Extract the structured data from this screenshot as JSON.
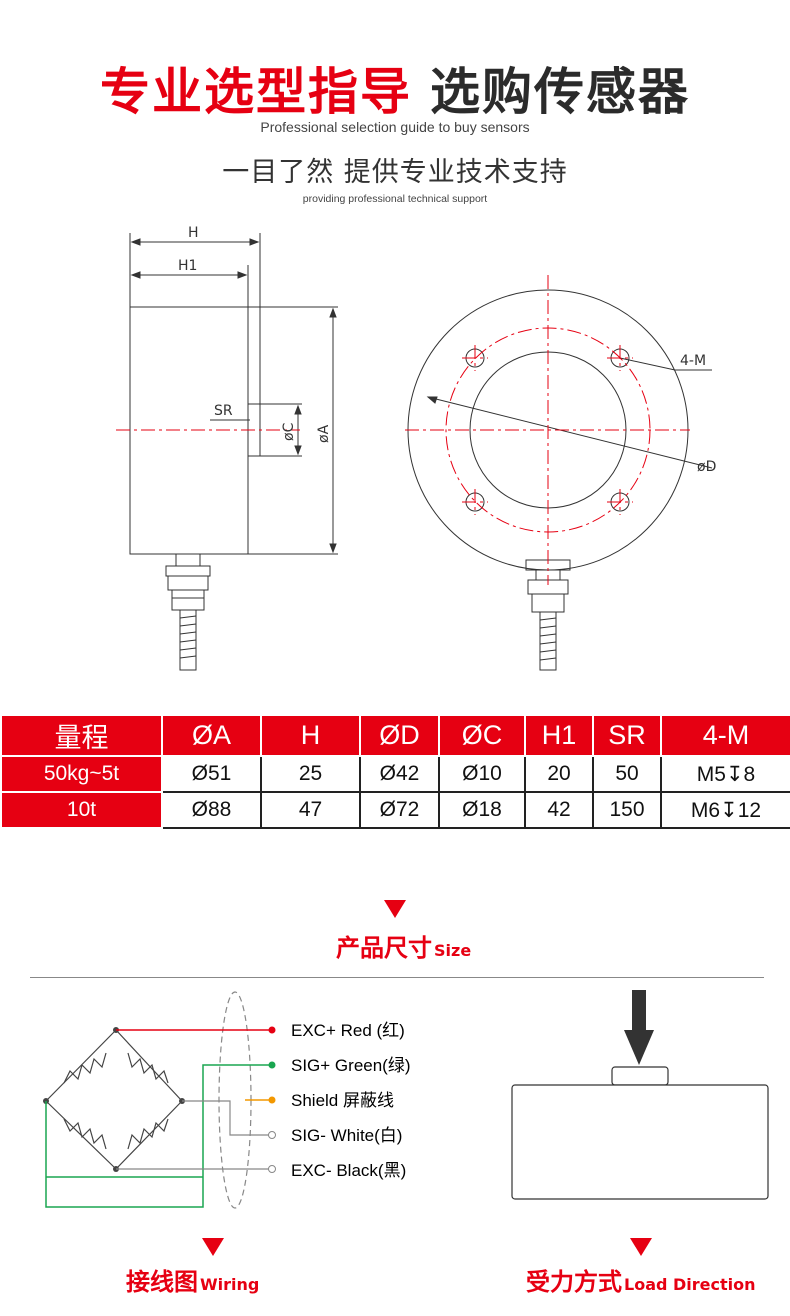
{
  "header": {
    "title_red": "专业选型指导",
    "title_dark": "选购传感器",
    "subtitle_en": "Professional selection guide to buy sensors",
    "subtitle_cn": "一目了然 提供专业技术支持",
    "subtitle_en2": "providing professional technical support"
  },
  "drawing": {
    "label_h": "H",
    "label_h1": "H1",
    "label_sr": "SR",
    "label_c": "øC",
    "label_a": "øA",
    "label_4m": "4-M",
    "label_d": "øD"
  },
  "spec_table": {
    "headers": [
      "量程",
      "ØA",
      "H",
      "ØD",
      "ØC",
      "H1",
      "SR",
      "4-M"
    ],
    "rows": [
      [
        "50kg~5t",
        "Ø51",
        "25",
        "Ø42",
        "Ø10",
        "20",
        "50",
        "M5↧8"
      ],
      [
        "10t",
        "Ø88",
        "47",
        "Ø72",
        "Ø18",
        "42",
        "150",
        "M6↧12"
      ]
    ]
  },
  "size_section": {
    "cn": "产品尺寸",
    "en": "Size"
  },
  "wiring": {
    "cn": "接线图",
    "en": "Wiring",
    "wires": [
      {
        "label": "EXC+ Red (红)",
        "color": "#e60012"
      },
      {
        "label": "SIG+ Green(绿)",
        "color": "#1aa650"
      },
      {
        "label": "Shield  屏蔽线",
        "color": "#f39800"
      },
      {
        "label": "SIG- White(白)",
        "color": "#888888"
      },
      {
        "label": "EXC- Black(黑)",
        "color": "#888888"
      }
    ]
  },
  "load": {
    "cn": "受力方式",
    "en": "Load Direction"
  }
}
